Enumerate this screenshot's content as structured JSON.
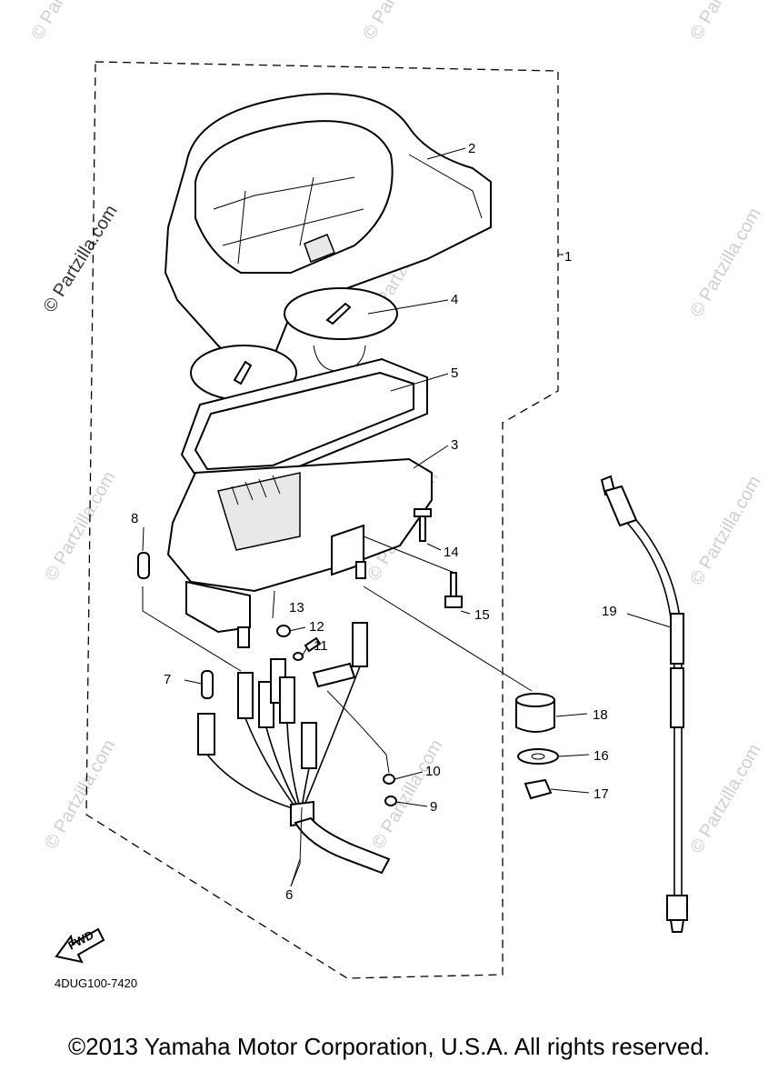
{
  "watermarks": {
    "main": "© Partzilla.com",
    "faint": "© Partzilla.com"
  },
  "callouts": [
    "1",
    "2",
    "3",
    "4",
    "5",
    "6",
    "7",
    "8",
    "9",
    "10",
    "11",
    "12",
    "13",
    "14",
    "15",
    "16",
    "17",
    "18",
    "19"
  ],
  "fwd_label": "FWD",
  "diagram_code": "4DUG100-7420",
  "copyright": "©2013 Yamaha Motor Corporation, U.S.A. All rights reserved."
}
